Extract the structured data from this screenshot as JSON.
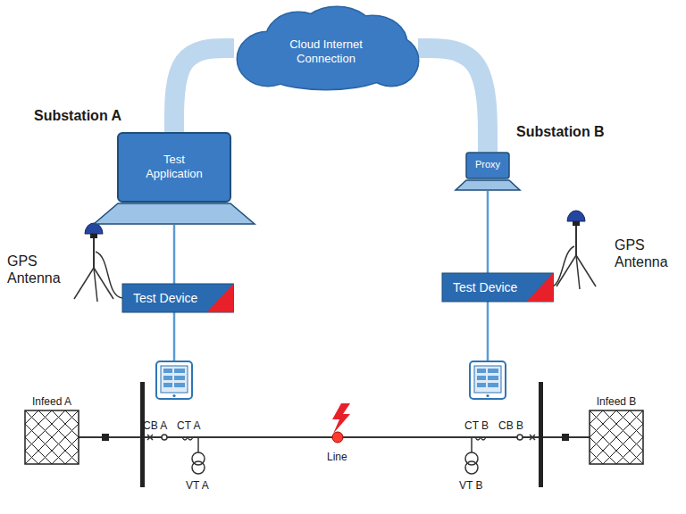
{
  "diagram": {
    "nodes": [
      {
        "text": [
          "Cloud Internet Connection"
        ]
      },
      {
        "text": [
          "Test Application"
        ]
      },
      {
        "text": [
          "Proxy"
        ]
      },
      {
        "text": [
          "Test Device"
        ]
      },
      {
        "text": [
          "Test Device"
        ]
      },
      {
        "text": [
          "Infeed A"
        ]
      },
      {
        "text": [
          "Infeed B"
        ]
      }
    ],
    "edges": [
      {
        "from": 1,
        "to": 0,
        "arrow": "none"
      },
      {
        "from": 0,
        "to": 2,
        "arrow": "none"
      },
      {
        "from": 1,
        "to": 3,
        "arrow": "none"
      },
      {
        "from": 2,
        "to": 4,
        "arrow": "none"
      }
    ],
    "labels": [
      "Substation A",
      "Substation B",
      "GPS Antenna",
      "GPS Antenna",
      "CB A",
      "CT A",
      "VT A",
      "Line",
      "CT B",
      "CB B",
      "VT B"
    ]
  }
}
